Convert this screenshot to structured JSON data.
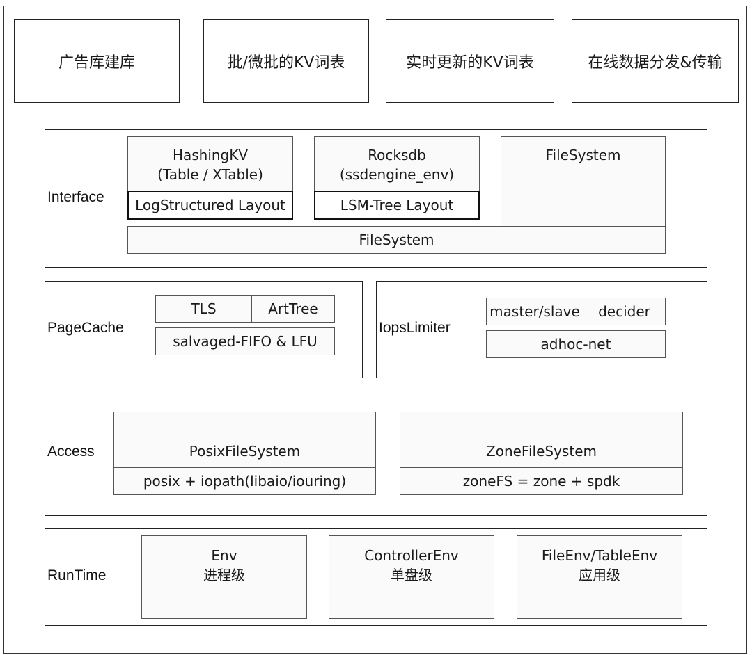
{
  "top_apps": [
    "广告库建库",
    "批/微批的KV词表",
    "实时更新的KV词表",
    "在线数据分发&传输"
  ],
  "interface": {
    "label": "Interface",
    "hashingkv": {
      "line1": "HashingKV",
      "line2": "(Table / XTable)",
      "layout": "LogStructured Layout"
    },
    "rocksdb": {
      "line1": "Rocksdb",
      "line2": "(ssdengine_env)",
      "layout": "LSM-Tree Layout"
    },
    "filesystem_top": "FileSystem",
    "filesystem_bottom": "FileSystem"
  },
  "pagecache": {
    "label": "PageCache",
    "tls": "TLS",
    "arttree": "ArtTree",
    "policy": "salvaged-FIFO & LFU"
  },
  "iopslimiter": {
    "label": "IopsLimiter",
    "master_slave": "master/slave",
    "decider": "decider",
    "adhoc": "adhoc-net"
  },
  "access": {
    "label": "Access",
    "posix": {
      "title": "PosixFileSystem",
      "detail": "posix + iopath(libaio/iouring)"
    },
    "zone": {
      "title": "ZoneFileSystem",
      "detail": "zoneFS = zone + spdk"
    }
  },
  "runtime": {
    "label": "RunTime",
    "env": {
      "line1": "Env",
      "line2": "进程级"
    },
    "controller": {
      "line1": "ControllerEnv",
      "line2": "单盘级"
    },
    "fileenv": {
      "line1": "FileEnv/TableEnv",
      "line2": "应用级"
    }
  }
}
